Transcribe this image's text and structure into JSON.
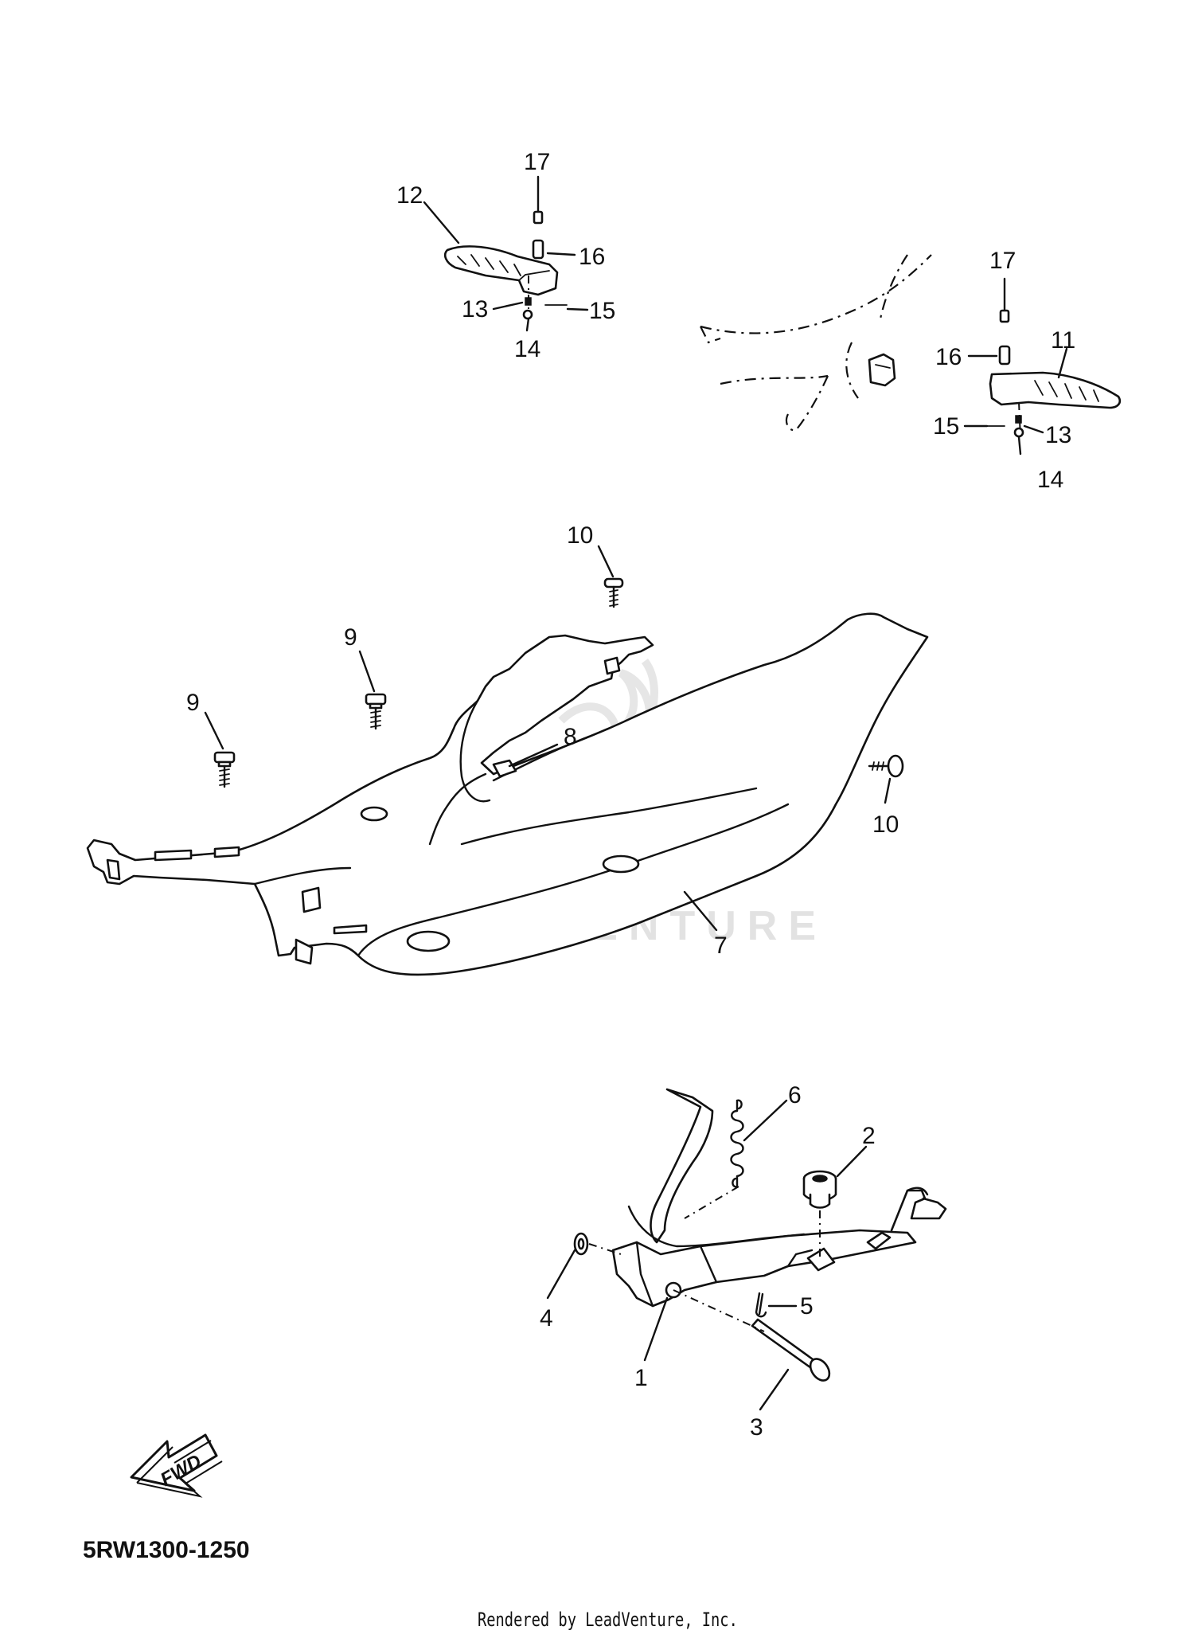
{
  "diagram": {
    "part_code": "5RW1300-1250",
    "credit": "Rendered by LeadVenture, Inc.",
    "watermark": "LEADVENTURE",
    "fwd_label": "FWD",
    "callouts": {
      "c1": "1",
      "c2": "2",
      "c3": "3",
      "c4": "4",
      "c5": "5",
      "c6": "6",
      "c7": "7",
      "c8": "8",
      "c9a": "9",
      "c9b": "9",
      "c10a": "10",
      "c10b": "10",
      "c11": "11",
      "c12": "12",
      "c13a": "13",
      "c13b": "13",
      "c14a": "14",
      "c14b": "14",
      "c15a": "15",
      "c15b": "15",
      "c16a": "16",
      "c16b": "16",
      "c17a": "17",
      "c17b": "17"
    }
  }
}
